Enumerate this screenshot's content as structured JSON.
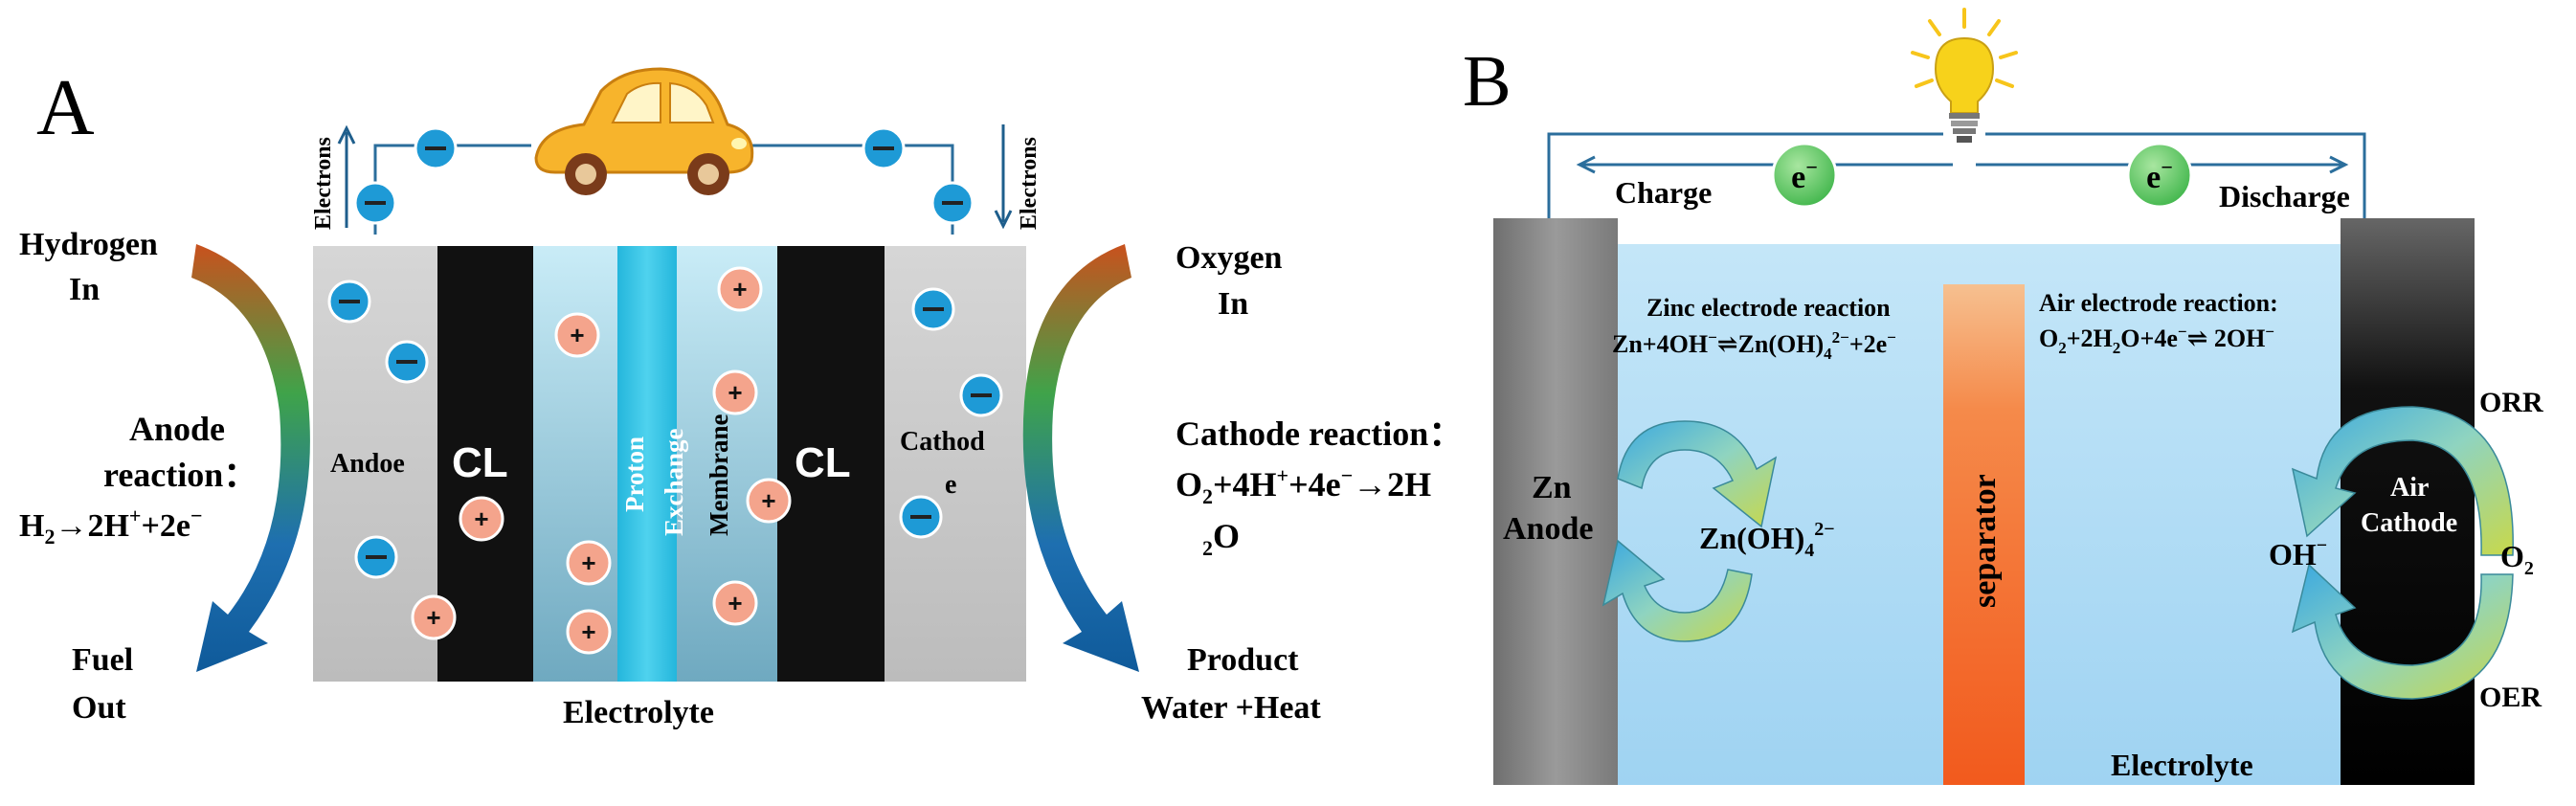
{
  "panel_a": {
    "label": "A",
    "electrons_left": "Electrons",
    "electrons_right": "Electrons",
    "hydrogen_line1": "Hydrogen",
    "hydrogen_line2": "In",
    "oxygen_line1": "Oxygen",
    "oxygen_line2": "In",
    "anode_rxn_line1": "Anode",
    "anode_rxn_line2": "reaction：",
    "fuel_line1": "Fuel",
    "fuel_line2": "Out",
    "product_line1": "Product",
    "product_line2": "Water +Heat",
    "anode_label": "Andoe",
    "cathode_label_line1": "Cathod",
    "cathode_label_line2": "e",
    "cl_left": "CL",
    "cl_right": "CL",
    "membrane_line1": "Proton",
    "membrane_line2": "Exchange",
    "membrane_line3": "Membrane",
    "electrolyte": "Electrolyte",
    "cathode_rxn_title": "Cathode reaction：",
    "electron_symbol": "−",
    "proton_symbol": "+"
  },
  "panel_b": {
    "label": "B",
    "charge": "Charge",
    "discharge": "Discharge",
    "zn_rxn_title": "Zinc electrode reaction",
    "air_rxn_title": "Air electrode reaction:",
    "zn_anode_line1": "Zn",
    "zn_anode_line2": "Anode",
    "separator": "separator",
    "air_cathode_line1": "Air",
    "air_cathode_line2": "Cathode",
    "orr": "ORR",
    "oer": "OER",
    "electrolyte": "Electrolyte"
  },
  "colors": {
    "electron_fill": "#1e9ad6",
    "proton_fill": "#f4a48c",
    "membrane": "#2fc3e3",
    "cl_black": "#111111",
    "separator": "#f26a2a",
    "electrolyte_b": "#a9d8f4",
    "bulb": "#f7d21b"
  }
}
